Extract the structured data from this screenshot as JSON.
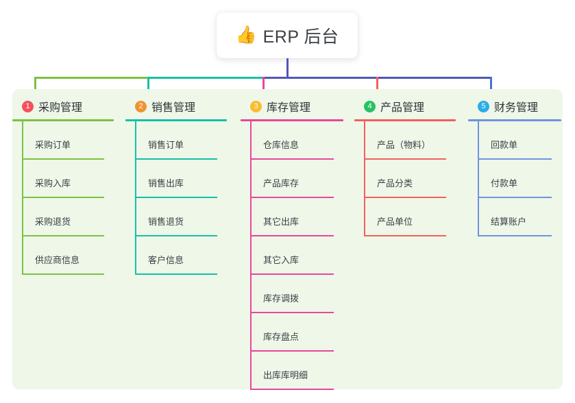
{
  "root": {
    "icon": "thumbs-up-emoji",
    "emoji": "👍",
    "title": "ERP 后台"
  },
  "panel": {
    "background_color": "#eef7e8"
  },
  "connector": {
    "trunk_color": "#4f57b5",
    "segment_colors": [
      "#7cc142",
      "#16bfa6",
      "#4f57b5",
      "#4f57b5"
    ],
    "drop_colors": [
      "#7cc142",
      "#16bfa6",
      "#e8469a",
      "#f4605c",
      "#4a72d0"
    ]
  },
  "columns": [
    {
      "index": "1",
      "badge_color": "#f4515f",
      "accent_color": "#7cc142",
      "title": "采购管理",
      "items": [
        {
          "label": "采购订单"
        },
        {
          "label": "采购入库"
        },
        {
          "label": "采购退货"
        },
        {
          "label": "供应商信息"
        }
      ]
    },
    {
      "index": "2",
      "badge_color": "#f09433",
      "accent_color": "#16bfa6",
      "title": "销售管理",
      "items": [
        {
          "label": "销售订单"
        },
        {
          "label": "销售出库"
        },
        {
          "label": "销售退货"
        },
        {
          "label": "客户信息"
        }
      ]
    },
    {
      "index": "3",
      "badge_color": "#fbbc2e",
      "accent_color": "#e8469a",
      "title": "库存管理",
      "items": [
        {
          "label": "仓库信息"
        },
        {
          "label": "产品库存"
        },
        {
          "label": "其它出库"
        },
        {
          "label": "其它入库"
        },
        {
          "label": "库存调拨"
        },
        {
          "label": "库存盘点"
        },
        {
          "label": "出库库明细"
        }
      ]
    },
    {
      "index": "4",
      "badge_color": "#27c263",
      "accent_color": "#f4605c",
      "title": "产品管理",
      "items": [
        {
          "label": "产品（物料）"
        },
        {
          "label": "产品分类"
        },
        {
          "label": "产品单位"
        }
      ]
    },
    {
      "index": "5",
      "badge_color": "#2bade8",
      "accent_color": "#6f93dd",
      "title": "财务管理",
      "items": [
        {
          "label": "回款单"
        },
        {
          "label": "付款单"
        },
        {
          "label": "结算账户"
        }
      ]
    }
  ]
}
